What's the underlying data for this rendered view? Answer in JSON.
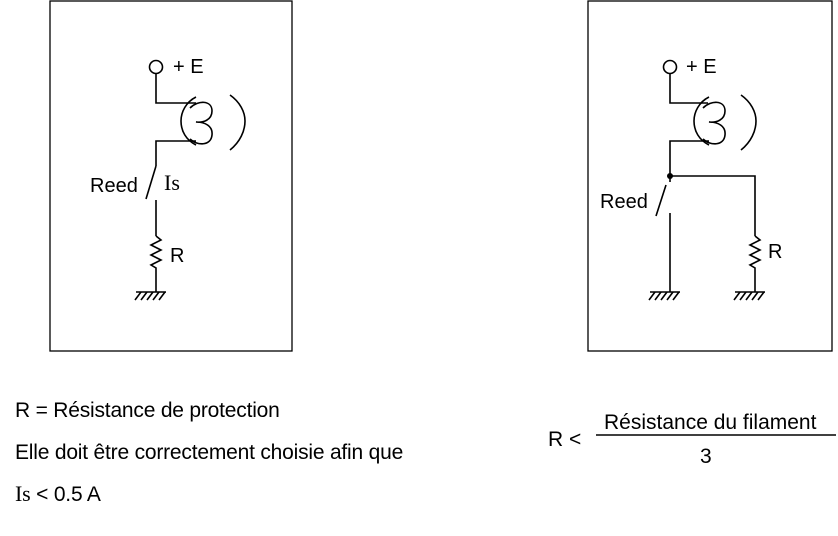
{
  "circuit_left": {
    "supply_label": "+ E",
    "switch_label": "Reed",
    "current_label": "Is",
    "resistor_label": "R"
  },
  "circuit_right": {
    "supply_label": "+ E",
    "switch_label": "Reed",
    "resistor_label": "R"
  },
  "caption_left": {
    "line1": "R = Résistance de protection",
    "line2": "Elle doit être correctement choisie afin que",
    "line3_symbol": "Is",
    "line3_rest": " < 0.5 A"
  },
  "formula": {
    "lhs": "R <",
    "numerator": "Résistance du filament",
    "denominator": "3"
  }
}
